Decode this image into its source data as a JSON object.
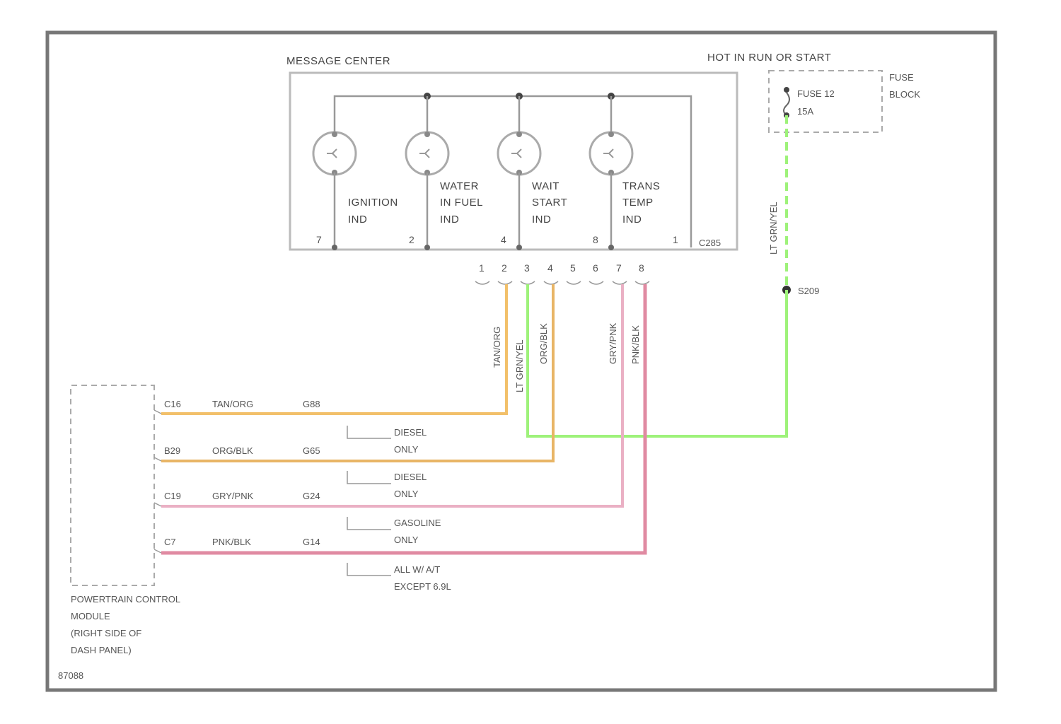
{
  "message_center": {
    "title": "MESSAGE CENTER",
    "connector": "C285",
    "indicators": [
      {
        "label": [
          "IGNITION",
          "IND"
        ]
      },
      {
        "label": [
          "WATER",
          "IN FUEL",
          "IND"
        ]
      },
      {
        "label": [
          "WAIT",
          "START",
          "IND"
        ]
      },
      {
        "label": [
          "TRANS",
          "TEMP",
          "IND"
        ]
      }
    ],
    "bottom_pins": [
      "7",
      "2",
      "4",
      "8",
      "1"
    ],
    "connector_pins": [
      "1",
      "2",
      "3",
      "4",
      "5",
      "6",
      "7",
      "8"
    ]
  },
  "power": {
    "hot_label": "HOT IN RUN OR START",
    "fuse": [
      "FUSE 12",
      "15A"
    ],
    "fuse_block": [
      "FUSE",
      "BLOCK"
    ],
    "wire_color": "LT GRN/YEL",
    "splice": "S209"
  },
  "wires_vertical": [
    "TAN/ORG",
    "LT GRN/YEL",
    "ORG/BLK",
    "GRY/PNK",
    "PNK/BLK"
  ],
  "pcm": {
    "label": [
      "POWERTRAIN CONTROL",
      "MODULE",
      "(RIGHT SIDE OF",
      "DASH PANEL)"
    ],
    "pins": [
      {
        "pin": "C16",
        "wire": "TAN/ORG",
        "circuit": "G88",
        "note": [
          "DIESEL",
          "ONLY"
        ],
        "color": "#f2c06a"
      },
      {
        "pin": "B29",
        "wire": "ORG/BLK",
        "circuit": "G65",
        "note": [
          "DIESEL",
          "ONLY"
        ],
        "color": "#e8b566"
      },
      {
        "pin": "C19",
        "wire": "GRY/PNK",
        "circuit": "G24",
        "note": [
          "GASOLINE",
          "ONLY"
        ],
        "color": "#eab0c4"
      },
      {
        "pin": "C7",
        "wire": "PNK/BLK",
        "circuit": "G14",
        "note": [
          "ALL W/ A/T",
          "EXCEPT 6.9L"
        ],
        "color": "#e08aa2"
      }
    ]
  },
  "figure_id": "87088",
  "colors": {
    "lt_grn_yel": "#9ef27a",
    "frame": "#777777"
  }
}
